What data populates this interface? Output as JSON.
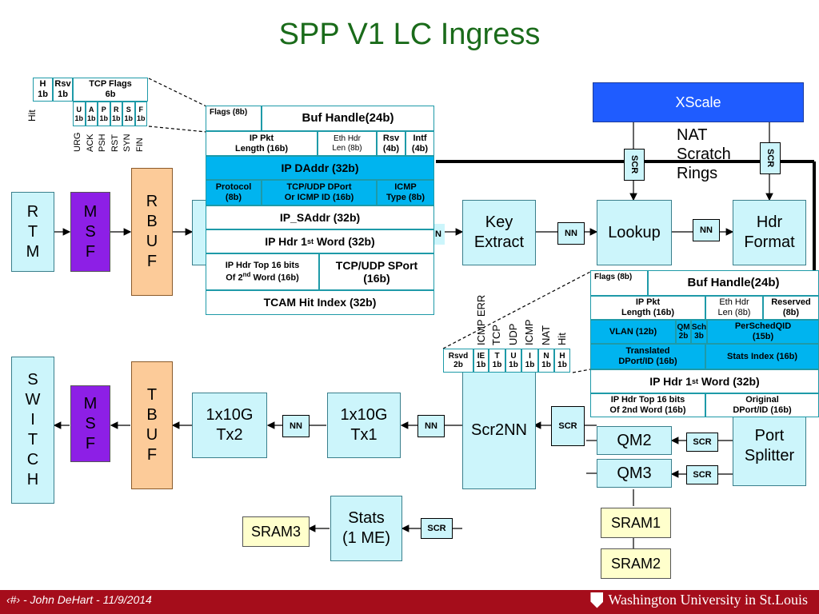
{
  "title": "SPP V1 LC Ingress",
  "footer": {
    "left": "‹#› - John DeHart - 11/9/2014",
    "right": "Washington University in St.Louis"
  },
  "blocks": {
    "rtm": [
      "R",
      "T",
      "M"
    ],
    "msf_in": [
      "M",
      "S",
      "F"
    ],
    "rbuf": [
      "R",
      "B",
      "U",
      "F"
    ],
    "key_extract": [
      "Key",
      "Extract"
    ],
    "lookup": "Lookup",
    "hdr_format": [
      "Hdr",
      "Format"
    ],
    "xscale": "XScale",
    "nat": [
      "NAT",
      "Scratch",
      "Rings"
    ],
    "switch": [
      "S",
      "W",
      "I",
      "T",
      "C",
      "H"
    ],
    "msf_out": [
      "M",
      "S",
      "F"
    ],
    "tbuf": [
      "T",
      "B",
      "U",
      "F"
    ],
    "tx2": [
      "1x10G",
      "Tx2"
    ],
    "tx1": [
      "1x10G",
      "Tx1"
    ],
    "scr2nn": "Scr2NN",
    "qm2": "QM2",
    "qm3": "QM3",
    "port_splitter": [
      "Port",
      "Splitter"
    ],
    "stats": [
      "Stats",
      "(1 ME)"
    ],
    "sram1": "SRAM1",
    "sram2": "SRAM2",
    "sram3": "SRAM3"
  },
  "rings": {
    "nn": "NN",
    "scr": "SCR",
    "n": "N"
  },
  "hit_label": "Hit",
  "tcp_top": {
    "h": "H\n1b",
    "rsv": "Rsv\n1b",
    "tcp_flags": "TCP Flags\n6b"
  },
  "tcp_flags": [
    {
      "cell": "U\n1b",
      "label": "URG"
    },
    {
      "cell": "A\n1b",
      "label": "ACK"
    },
    {
      "cell": "P\n1b",
      "label": "PSH"
    },
    {
      "cell": "R\n1b",
      "label": "RST"
    },
    {
      "cell": "S\n1b",
      "label": "SYN"
    },
    {
      "cell": "F\n1b",
      "label": "FIN"
    }
  ],
  "rec1": {
    "flags": "Flags (8b)",
    "buf_handle": "Buf Handle(24b)",
    "ip_pkt_len": "IP Pkt\nLength (16b)",
    "eth_hdr_len": "Eth Hdr\nLen (8b)",
    "rsv": "Rsv\n(4b)",
    "intf": "Intf\n(4b)",
    "ip_daddr": "IP DAddr (32b)",
    "protocol": "Protocol\n(8b)",
    "tcp_udp_dport": "TCP/UDP DPort\nOr ICMP ID (16b)",
    "icmp_type": "ICMP\nType (8b)",
    "ip_saddr": "IP_SAddr (32b)",
    "ip_hdr_1st_a": "IP Hdr 1",
    "ip_hdr_1st_sup": "st",
    "ip_hdr_1st_b": " Word (32b)",
    "ip_hdr_top_a": "IP Hdr Top 16 bits\nOf 2",
    "ip_hdr_top_sup": "nd",
    "ip_hdr_top_b": " Word (16b)",
    "tcp_udp_sport": "TCP/UDP SPort\n(16b)",
    "tcam_hit": "TCAM Hit Index (32b)"
  },
  "exc_flags": [
    {
      "cell": "Rsvd\n2b",
      "label": ""
    },
    {
      "cell": "IE\n1b",
      "label": "ICMP ERR"
    },
    {
      "cell": "T\n1b",
      "label": "TCP"
    },
    {
      "cell": "U\n1b",
      "label": "UDP"
    },
    {
      "cell": "I\n1b",
      "label": "ICMP"
    },
    {
      "cell": "N\n1b",
      "label": "NAT"
    },
    {
      "cell": "H\n1b",
      "label": "Hit"
    }
  ],
  "rec2": {
    "flags": "Flags (8b)",
    "buf_handle": "Buf Handle(24b)",
    "ip_pkt_len": "IP Pkt\nLength (16b)",
    "eth_hdr_len": "Eth Hdr\nLen (8b)",
    "reserved": "Reserved\n(8b)",
    "vlan": "VLAN (12b)",
    "qm": "QM\n2b",
    "sch": "Sch\n3b",
    "persched": "PerSchedQID\n(15b)",
    "translated": "Translated\nDPort/ID (16b)",
    "stats_index": "Stats Index (16b)",
    "ip_hdr_1st_a": "IP Hdr 1",
    "ip_hdr_1st_sup": "st",
    "ip_hdr_1st_b": " Word (32b)",
    "ip_hdr_top": "IP Hdr Top 16 bits\nOf 2nd Word (16b)",
    "original": "Original\nDPort/ID (16b)"
  },
  "colors": {
    "block": "#ccf5fb",
    "msf": "#8d1fe6",
    "buf": "#fccb99",
    "sram": "#ffffcc",
    "xscale": "#1f5cff",
    "cell_cyan": "#00b4ef",
    "title": "#1a6b1a",
    "footer": "#a50d1b"
  }
}
